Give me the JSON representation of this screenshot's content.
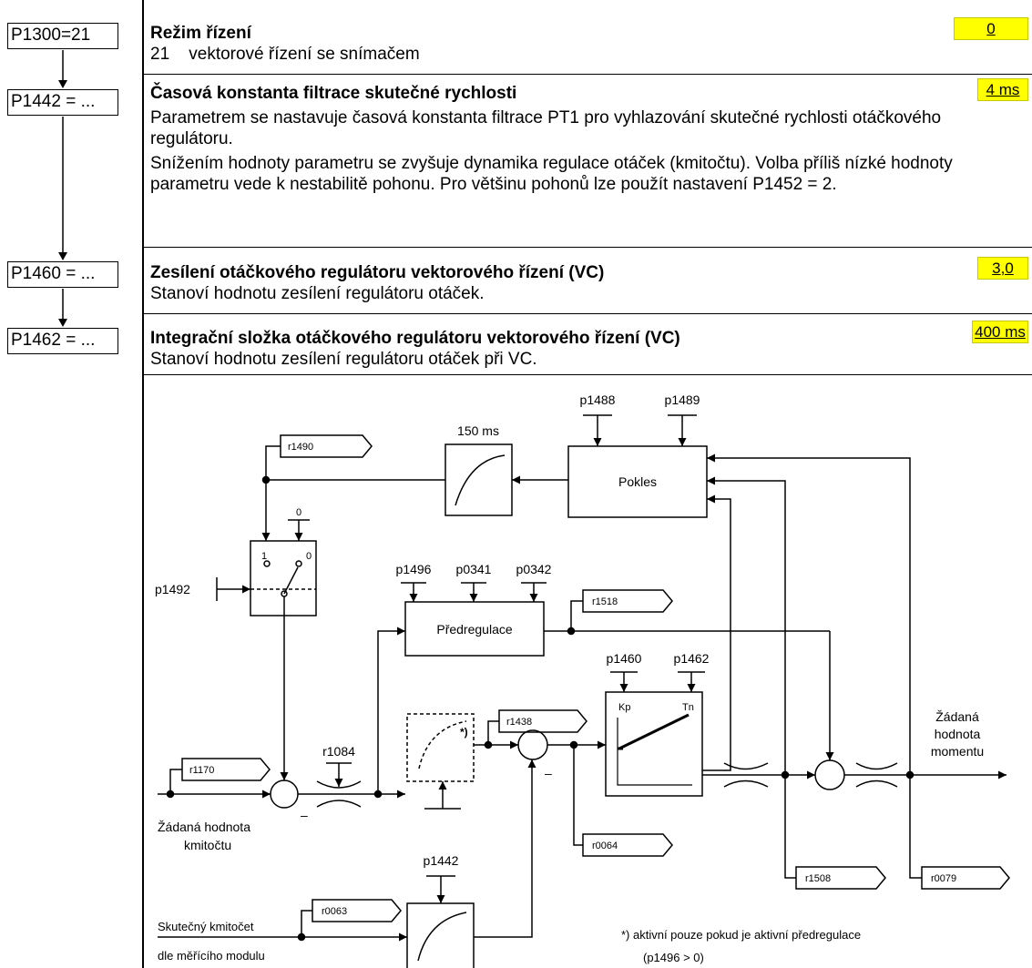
{
  "left_params": [
    "P1300=21",
    "P1442 = ...",
    "P1460 = ...",
    "P1462 = ..."
  ],
  "sections": [
    {
      "title": "Režim řízení",
      "badge": "0",
      "lines": [
        "21    vektorové řízení se snímačem"
      ]
    },
    {
      "title": "Časová konstanta filtrace skutečné rychlosti",
      "badge": "4 ms",
      "paragraphs": [
        "Parametrem se nastavuje časová konstanta filtrace PT1 pro vyhlazování skutečné rychlosti otáčkového regulátoru.",
        "Snížením hodnoty parametru se zvyšuje dynamika regulace otáček (kmitočtu). Volba příliš nízké hodnoty parametru vede k nestabilitě pohonu. Pro většinu pohonů lze použít nastavení P1452 = 2."
      ]
    },
    {
      "title": "Zesílení otáčkového regulátoru vektorového řízení (VC)",
      "badge": "3,0",
      "lines": [
        "Stanoví hodnotu zesílení regulátoru otáček."
      ]
    },
    {
      "title": "Integrační složka otáčkového regulátoru vektorového řízení (VC)",
      "badge": "400 ms",
      "lines": [
        "Stanoví hodnotu zesílení regulátoru otáček při VC."
      ]
    }
  ],
  "diagram": {
    "params_top": [
      "p1488",
      "p1489"
    ],
    "filter_time": "150 ms",
    "block_pokles": "Pokles",
    "signal_r1490": "r1490",
    "switch_zero": "0",
    "switch_in1": "1",
    "switch_in0": "0",
    "param_p1492": "p1492",
    "params_pre": [
      "p1496",
      "p0341",
      "p0342"
    ],
    "signal_r1518": "r1518",
    "block_predregulace": "Předregulace",
    "params_ctrl": [
      "p1460",
      "p1462"
    ],
    "ctrl_kp": "Kp",
    "ctrl_tn": "Tn",
    "signal_r1170": "r1170",
    "signal_r1084": "r1084",
    "signal_r1438": "r1438",
    "star": "*)",
    "minus": "–",
    "setpoint_label": [
      "Žádaná hodnota",
      "kmitočtu"
    ],
    "output_label": [
      "Žádaná",
      "hodnota",
      "momentu"
    ],
    "signal_r0064": "r0064",
    "param_p1442": "p1442",
    "signal_r0063": "r0063",
    "actual_label": [
      "Skutečný kmitočet",
      "dle měřícího modulu"
    ],
    "signal_r1508": "r1508",
    "signal_r0079": "r0079",
    "footnote": [
      "*)  aktivní pouze pokud je aktivní předregulace",
      "(p1496 > 0)"
    ]
  }
}
